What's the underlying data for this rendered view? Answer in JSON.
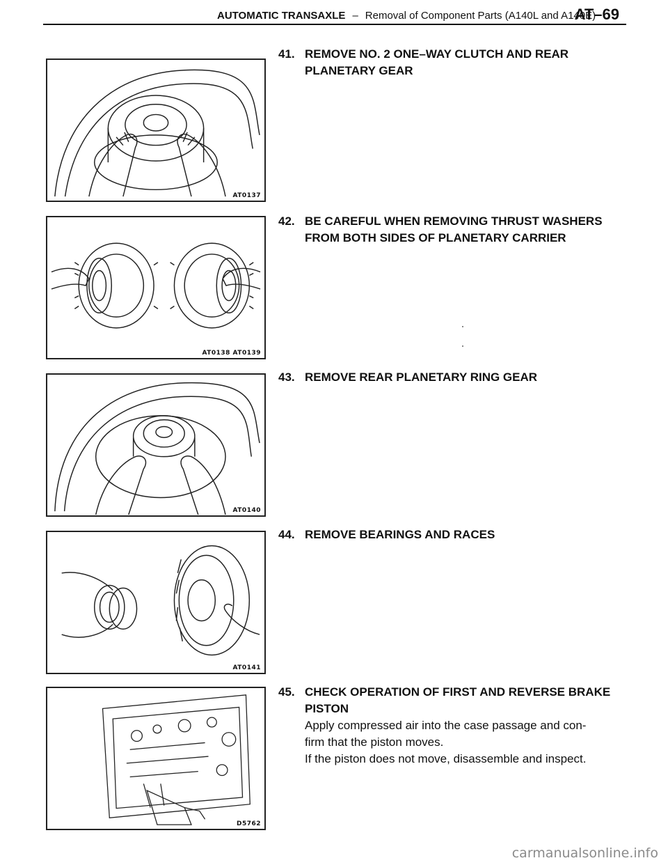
{
  "header": {
    "section": "AUTOMATIC TRANSAXLE",
    "separator": "–",
    "subtitle": "Removal of Component Parts (A140L and A140E)",
    "page": "AT–69"
  },
  "steps": [
    {
      "number": "41.",
      "title_line1": "REMOVE NO. 2 ONE–WAY CLUTCH AND REAR",
      "title_line2": "PLANETARY GEAR",
      "figure_code": "AT0137"
    },
    {
      "number": "42.",
      "title_line1": "BE CAREFUL WHEN REMOVING THRUST WASHERS",
      "title_line2": "FROM BOTH SIDES OF PLANETARY CARRIER",
      "figure_code": "AT0138 AT0139"
    },
    {
      "number": "43.",
      "title_line1": "REMOVE REAR PLANETARY RING GEAR",
      "figure_code": "AT0140"
    },
    {
      "number": "44.",
      "title_line1": "REMOVE BEARINGS AND RACES",
      "figure_code": "AT0141"
    },
    {
      "number": "45.",
      "title_line1": "CHECK OPERATION OF FIRST AND REVERSE BRAKE",
      "title_line2": "PISTON",
      "figure_code": "D5762",
      "body": [
        "Apply compressed air into the case passage and con-",
        "firm that the piston moves.",
        "If the piston does not move, disassemble and inspect."
      ]
    }
  ],
  "watermark": "carmanualsonline.info"
}
